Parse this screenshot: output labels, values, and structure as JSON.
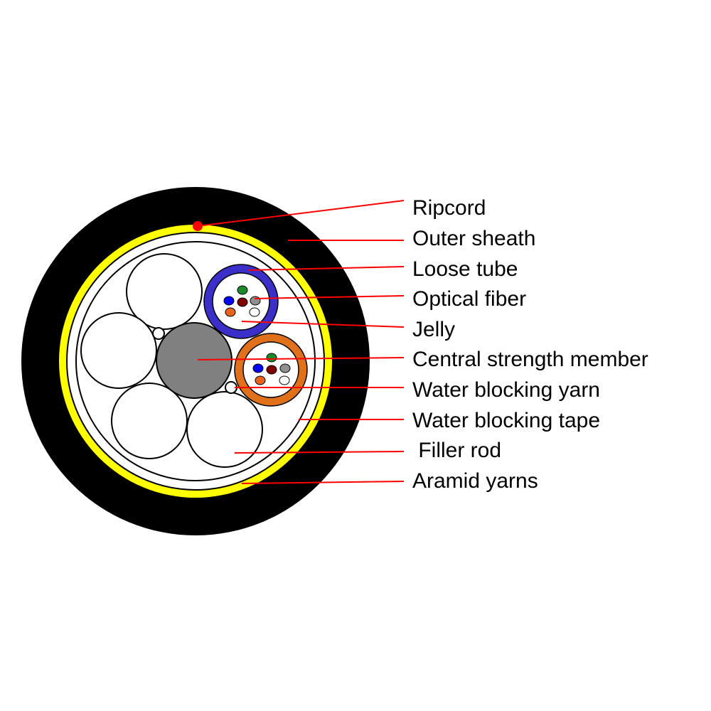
{
  "colors": {
    "sheath": "#000000",
    "aramid": "#ffff00",
    "leader": "#ff0000",
    "ripcord": "#ff0000",
    "csm": "#808080",
    "tube_blue": "#3a2fc8",
    "tube_orange": "#e0701a",
    "fibers": [
      "#1a8a2a",
      "#0000ff",
      "#800000",
      "#909090",
      "#e8641e",
      "#ffffff"
    ]
  },
  "labels": {
    "ripcord": "Ripcord",
    "outer_sheath": "Outer sheath",
    "loose_tube": "Loose tube",
    "optical_fiber": "Optical fiber",
    "jelly": "Jelly",
    "central_strength_member": "Central strength member",
    "water_blocking_yarn": "Water blocking yarn",
    "water_blocking_tape": "Water blocking tape",
    "filler_rod": " Filler rod",
    "aramid_yarns": "Aramid yarns"
  }
}
